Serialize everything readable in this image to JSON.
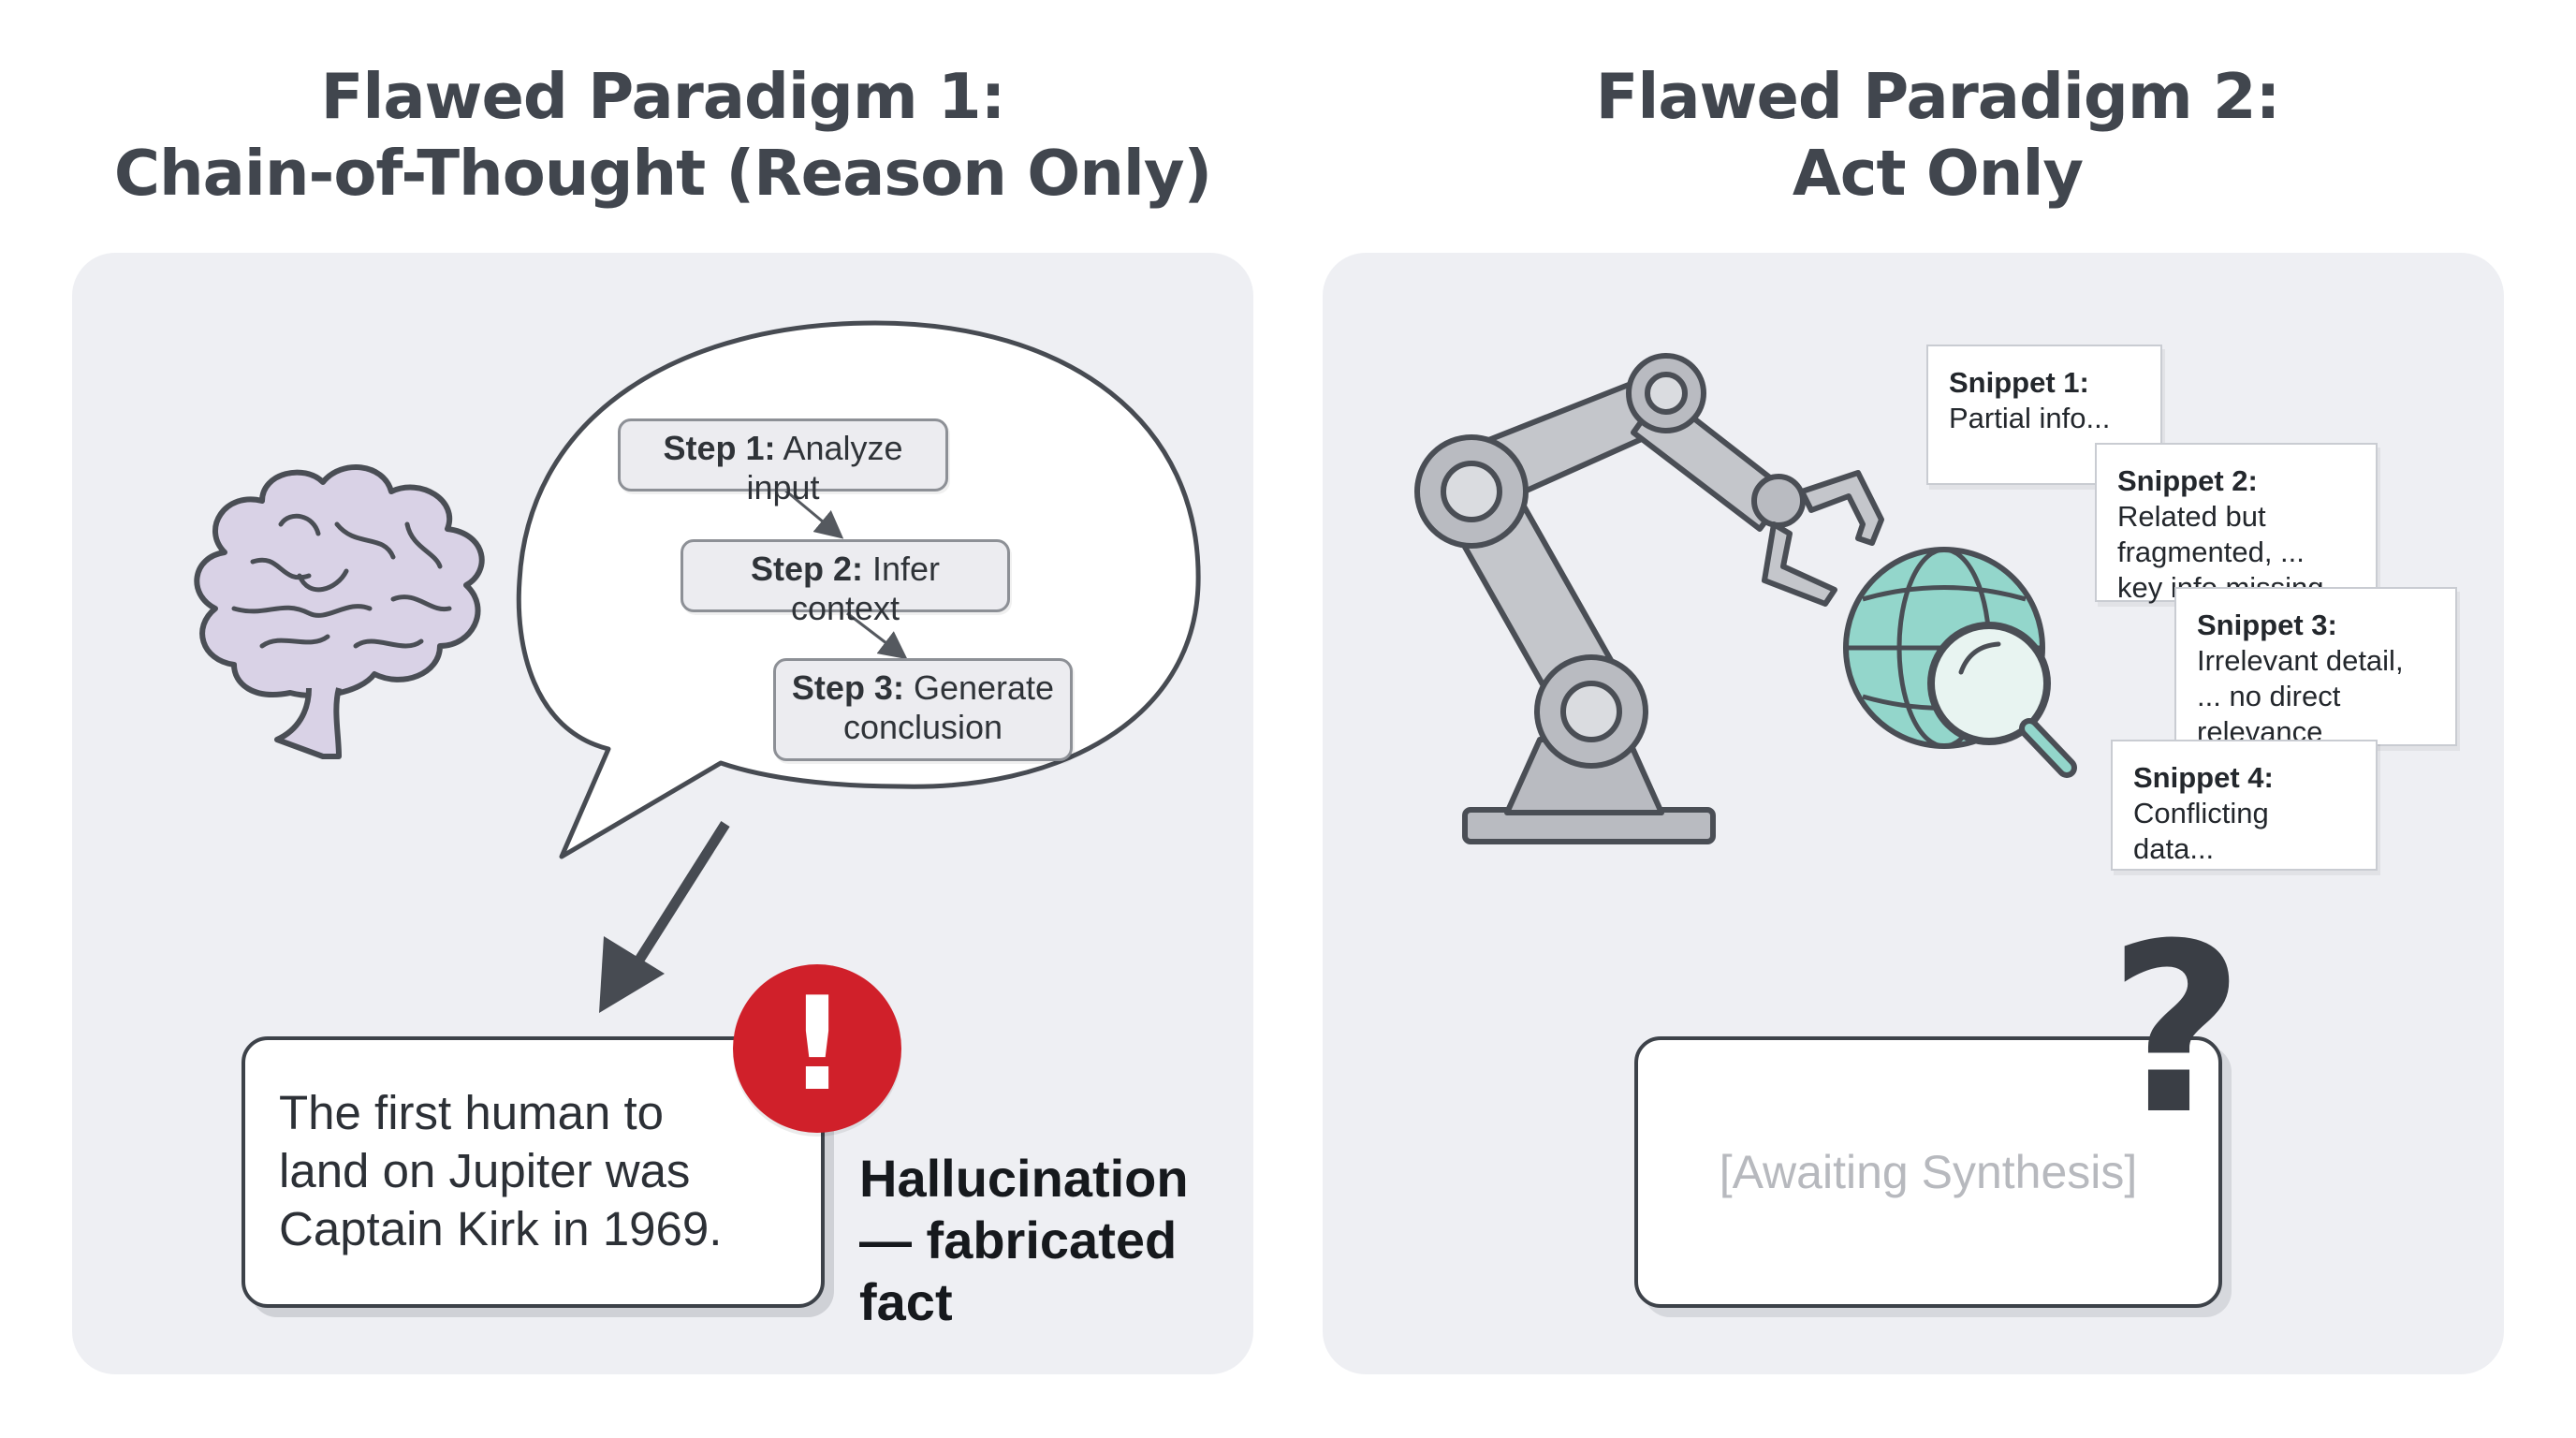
{
  "left_panel": {
    "title_line1": "Flawed Paradigm 1:",
    "title_line2": "Chain-of-Thought (Reason Only)",
    "steps": [
      {
        "label": "Step 1:",
        "text": "Analyze input"
      },
      {
        "label": "Step 2:",
        "text": "Infer context"
      },
      {
        "label": "Step 3:",
        "text": "Generate conclusion"
      }
    ],
    "claim": "The first human to land on Jupiter was Captain Kirk in 1969.",
    "alert_symbol": "!",
    "verdict": "Hallucination — fabricated fact",
    "icons": [
      "brain-icon",
      "speech-bubble-icon",
      "arrow-icon",
      "alert-icon"
    ],
    "colors": {
      "alert": "#d0202a",
      "brain": "#d9d2e6"
    }
  },
  "right_panel": {
    "title_line1": "Flawed Paradigm 2:",
    "title_line2": "Act Only",
    "snippets": [
      {
        "label": "Snippet 1:",
        "text": "Partial info..."
      },
      {
        "label": "Snippet 2:",
        "text": "Related but fragmented, ... key info missing"
      },
      {
        "label": "Snippet 3:",
        "text": "Irrelevant detail, ... no direct relevance"
      },
      {
        "label": "Snippet 4:",
        "text": "Conflicting data..."
      }
    ],
    "placeholder": "[Awaiting Synthesis]",
    "question_symbol": "?",
    "icons": [
      "robot-arm-icon",
      "globe-icon",
      "magnifier-icon",
      "question-mark-icon"
    ],
    "colors": {
      "globe": "#93d6cb",
      "robot_arm": "#b9bbc1"
    }
  }
}
